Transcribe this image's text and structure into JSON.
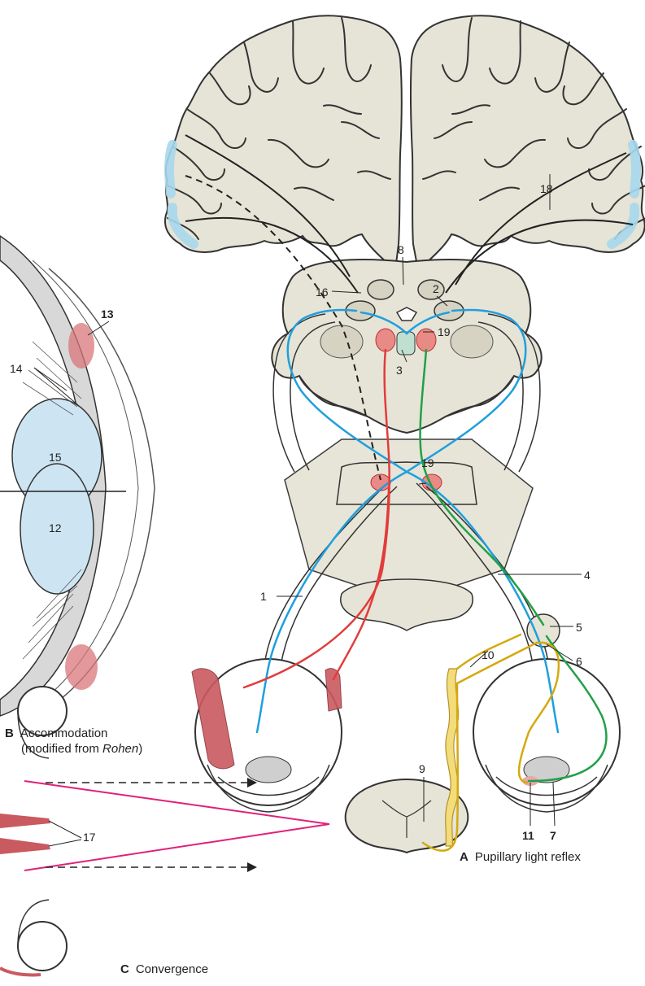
{
  "labels": {
    "l1": "1",
    "l2": "2",
    "l3": "3",
    "l4": "4",
    "l5": "5",
    "l6": "6",
    "l7": "7",
    "l8": "8",
    "l9": "9",
    "l10": "10",
    "l11": "11",
    "l12": "12",
    "l13": "13",
    "l14": "14",
    "l15": "15",
    "l16": "16",
    "l17": "17",
    "l18": "18",
    "l19a": "19",
    "l19b": "19"
  },
  "captions": {
    "a_letter": "A",
    "a_text": "Pupillary light reflex",
    "b_letter": "B",
    "b_text_1": "Accommodation",
    "b_text_2a": "(modified from ",
    "b_text_2b": "Rohen",
    "b_text_2c": ")",
    "c_letter": "C",
    "c_text": "Convergence"
  },
  "colors": {
    "tissue": "#e6e4d6",
    "outline": "#333333",
    "cortex_highlight": "#a8d8ee",
    "pathway_blue": "#1f9fde",
    "pathway_red": "#e23b3b",
    "pathway_green": "#22a048",
    "pathway_yellow": "#d4a90f",
    "lens": "#cde5f2",
    "muscle": "#c95a60",
    "convergence": "#e0207a"
  }
}
